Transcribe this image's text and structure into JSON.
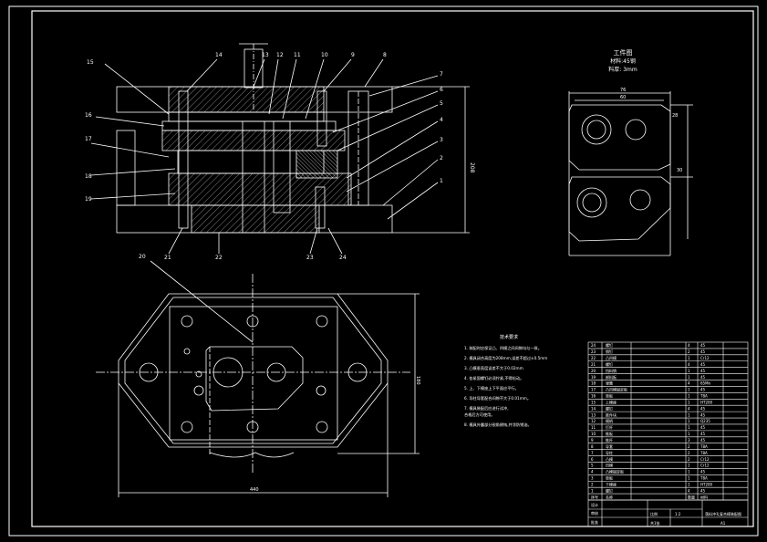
{
  "window": {
    "background": "#000000",
    "line": "#ffffff",
    "accent": "#ffff00"
  },
  "workpiece_view": {
    "title": "工件图",
    "material": "材料:45钢",
    "thickness": "料厚:  3mm",
    "dim_width": "76",
    "dim_inner_width": "60",
    "dim_height": "28",
    "dim_pitch": "30"
  },
  "section_view": {
    "dim_height": "208",
    "callouts_left": [
      "15",
      "16",
      "17",
      "18",
      "19"
    ],
    "callouts_top": [
      "14",
      "13",
      "12",
      "11",
      "10",
      "9",
      "8"
    ],
    "callouts_right": [
      "7",
      "6",
      "5",
      "4",
      "3",
      "2",
      "1"
    ],
    "callouts_bottom": [
      "21",
      "22",
      "23",
      "24"
    ]
  },
  "plan_view": {
    "callout": "20",
    "dim_width": "440",
    "dim_height": "180"
  },
  "technical_requirements": {
    "title": "技术要求",
    "items": [
      "1. 装配时应保证凸、凹模之间间隙均匀一致。",
      "2. 模具闭合高度为208mm,误差不超过±0.5mm",
      "3. 凸模垂直度误差不大于0.02mm",
      "4. 各紧固螺钉必须拧紧,不得松动。",
      "5. 上、下模座上下平面应平行。",
      "6. 导柱导套配合间隙不大于0.01mm。",
      "7. 模具装配后应进行试冲,",
      "   合格后方可使用。",
      "8. 模具外露部分锐角倒钝,并涂防锈油。"
    ]
  },
  "parts_list": {
    "rows": [
      [
        "24",
        "螺钉",
        "4",
        "45"
      ],
      [
        "23",
        "销钉",
        "2",
        "45"
      ],
      [
        "22",
        "凸凹模",
        "1",
        "Cr12"
      ],
      [
        "21",
        "螺钉",
        "4",
        "45"
      ],
      [
        "20",
        "挡料销",
        "1",
        "45"
      ],
      [
        "19",
        "卸料板",
        "1",
        "45"
      ],
      [
        "18",
        "弹簧",
        "4",
        "65Mn"
      ],
      [
        "17",
        "凸凹模固定板",
        "1",
        "45"
      ],
      [
        "16",
        "垫板",
        "1",
        "T8A"
      ],
      [
        "15",
        "上模座",
        "1",
        "HT200"
      ],
      [
        "14",
        "螺钉",
        "4",
        "45"
      ],
      [
        "13",
        "推件块",
        "1",
        "45"
      ],
      [
        "12",
        "模柄",
        "1",
        "Q235"
      ],
      [
        "11",
        "打杆",
        "1",
        "45"
      ],
      [
        "10",
        "推板",
        "1",
        "45"
      ],
      [
        "9",
        "推杆",
        "3",
        "45"
      ],
      [
        "8",
        "导套",
        "2",
        "T8A"
      ],
      [
        "7",
        "导柱",
        "2",
        "T8A"
      ],
      [
        "6",
        "凸模",
        "2",
        "Cr12"
      ],
      [
        "5",
        "凹模",
        "1",
        "Cr12"
      ],
      [
        "4",
        "凸模固定板",
        "1",
        "45"
      ],
      [
        "3",
        "垫板",
        "1",
        "T8A"
      ],
      [
        "2",
        "下模座",
        "1",
        "HT200"
      ],
      [
        "1",
        "螺钉",
        "4",
        "45"
      ]
    ],
    "header": [
      "序号",
      "名称",
      "数量",
      "材料"
    ],
    "title_block": {
      "design": "设计",
      "check": "审核",
      "approve": "批准",
      "scale_label": "比例",
      "scale": "1:2",
      "sheet": "共1张",
      "drawing_title": "落料冲孔复合模装配图",
      "size": "A1"
    }
  }
}
